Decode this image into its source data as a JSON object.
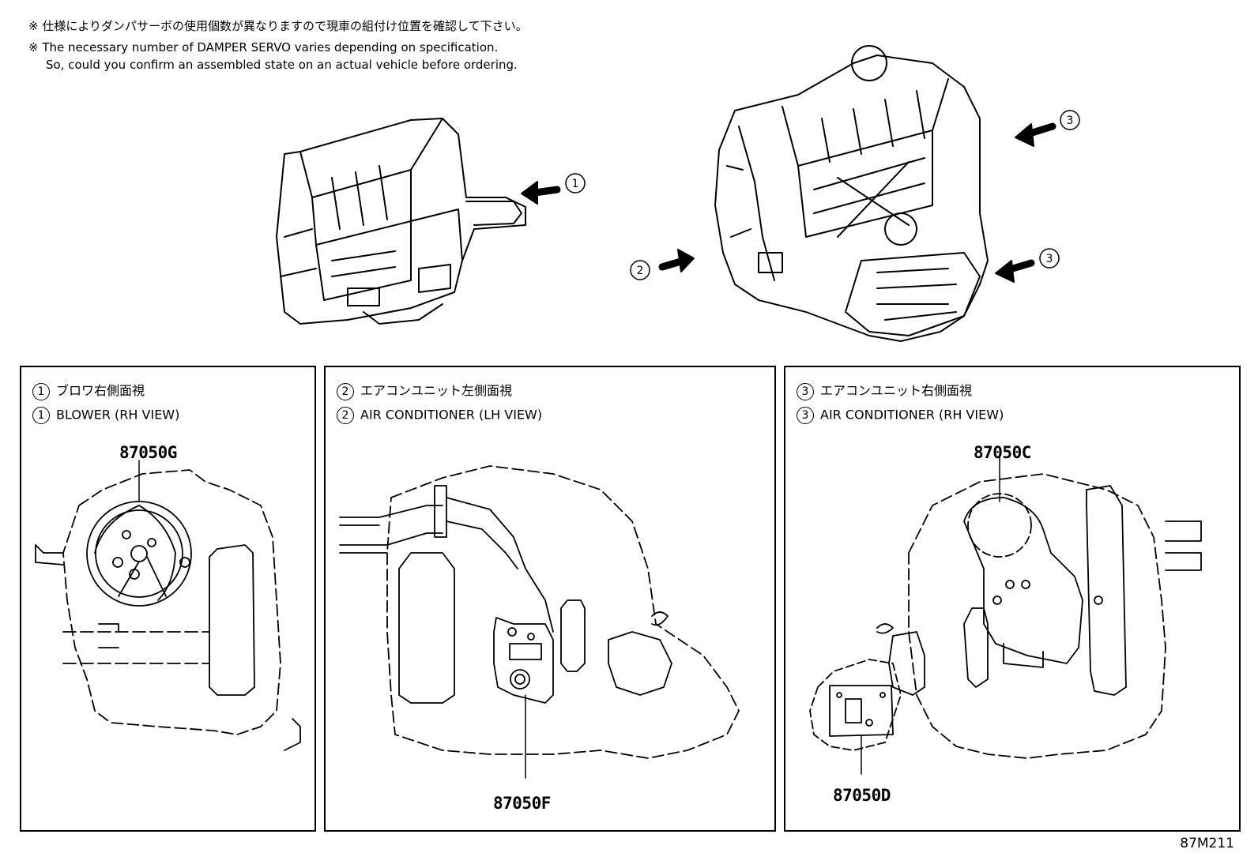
{
  "notes": {
    "jp": "※ 仕様によりダンパサーボの使用個数が異なりますので現車の組付け位置を確認して下さい。",
    "en_line1": "※ The necessary number of DAMPER SERVO varies depending on specification.",
    "en_line2": "So, could you confirm an assembled state on an actual vehicle before ordering."
  },
  "callouts": {
    "one": "1",
    "two": "2",
    "three": "3"
  },
  "panels": [
    {
      "num": "1",
      "title_jp": "ブロワ右側面視",
      "title_en": "BLOWER (RH VIEW)",
      "parts": [
        "87050G"
      ]
    },
    {
      "num": "2",
      "title_jp": "エアコンユニット左側面視",
      "title_en": "AIR CONDITIONER (LH VIEW)",
      "parts": [
        "87050F"
      ]
    },
    {
      "num": "3",
      "title_jp": "エアコンユニット右側面視",
      "title_en": "AIR CONDITIONER (RH VIEW)",
      "parts": [
        "87050C",
        "87050D"
      ]
    }
  ],
  "figure_id": "87M211"
}
